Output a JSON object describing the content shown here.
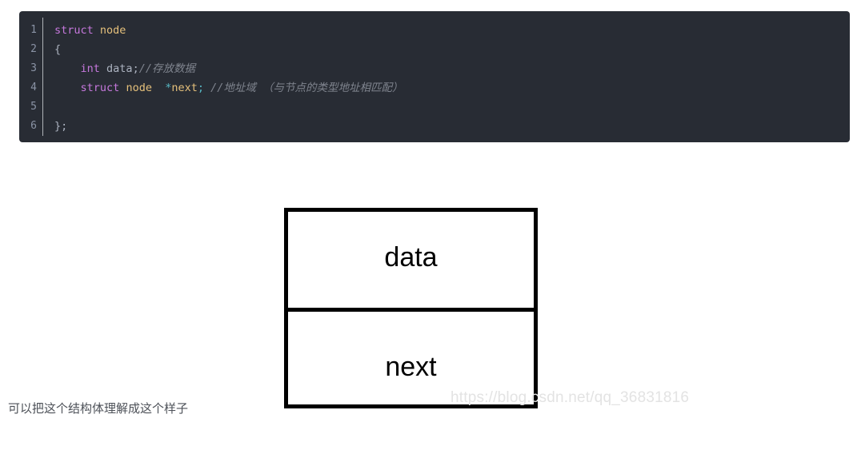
{
  "code_block": {
    "background_color": "#282c34",
    "gutter_color": "#8a93a5",
    "line_numbers": [
      "1",
      "2",
      "3",
      "4",
      "5",
      "6"
    ],
    "lines": [
      {
        "number": "1",
        "tokens": [
          {
            "text": "struct",
            "kind": "keyword"
          },
          {
            "text": " ",
            "kind": "plain"
          },
          {
            "text": "node",
            "kind": "type"
          }
        ]
      },
      {
        "number": "2",
        "tokens": [
          {
            "text": "{",
            "kind": "punc"
          }
        ]
      },
      {
        "number": "3",
        "tokens": [
          {
            "text": "    ",
            "kind": "plain"
          },
          {
            "text": "int",
            "kind": "keyword"
          },
          {
            "text": " ",
            "kind": "plain"
          },
          {
            "text": "data",
            "kind": "ident"
          },
          {
            "text": ";",
            "kind": "punc"
          },
          {
            "text": "//存放数据",
            "kind": "comment"
          }
        ]
      },
      {
        "number": "4",
        "tokens": [
          {
            "text": "    ",
            "kind": "plain"
          },
          {
            "text": "struct",
            "kind": "keyword"
          },
          {
            "text": " ",
            "kind": "plain"
          },
          {
            "text": "node",
            "kind": "type"
          },
          {
            "text": "  ",
            "kind": "plain"
          },
          {
            "text": "*",
            "kind": "op"
          },
          {
            "text": "next",
            "kind": "type"
          },
          {
            "text": ";",
            "kind": "op"
          },
          {
            "text": " ",
            "kind": "plain"
          },
          {
            "text": "//地址域 （与节点的类型地址相匹配）",
            "kind": "comment"
          }
        ]
      },
      {
        "number": "5",
        "tokens": []
      },
      {
        "number": "6",
        "tokens": [
          {
            "text": "};",
            "kind": "punc"
          }
        ]
      }
    ],
    "colors": {
      "keyword": "#c678dd",
      "type": "#e5c07b",
      "identifier": "#abb2bf",
      "operator": "#56b6c2",
      "comment": "#7f848e",
      "punctuation": "#abb2bf"
    }
  },
  "diagram": {
    "border_color": "#000000",
    "cells": [
      {
        "label": "data"
      },
      {
        "label": "next"
      }
    ]
  },
  "watermark": {
    "text": "https://blog.csdn.net/qq_36831816",
    "color": "#e3e3e3"
  },
  "caption": {
    "text": "可以把这个结构体理解成这个样子",
    "color": "#4d5158"
  }
}
